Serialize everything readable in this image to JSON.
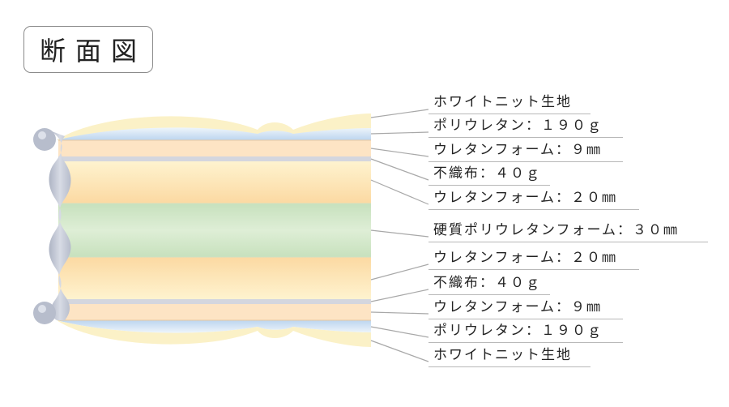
{
  "title": "断面図",
  "layers": [
    {
      "label": "ホワイトニット生地"
    },
    {
      "label": "ポリウレタン：１９０ｇ"
    },
    {
      "label": "ウレタンフォーム：９㎜"
    },
    {
      "label": "不織布：４０ｇ"
    },
    {
      "label": "ウレタンフォーム：２０㎜"
    },
    {
      "label": "硬質ポリウレタンフォーム：３０㎜"
    },
    {
      "label": "ウレタンフォーム：２０㎜"
    },
    {
      "label": "不織布：４０ｇ"
    },
    {
      "label": "ウレタンフォーム：９㎜"
    },
    {
      "label": "ポリウレタン：１９０ｇ"
    },
    {
      "label": "ホワイトニット生地"
    }
  ],
  "colors": {
    "knit": "#fbf1c7",
    "polyurethane": "#cfe0f3",
    "urethane_thin": "#fde4c4",
    "nonwoven": "#d4d6de",
    "urethane_20": "#fde7b4",
    "hard_core": "#d3e8c9",
    "edge_roll": "#c3c8d6",
    "leader": "#a8a8a8"
  }
}
